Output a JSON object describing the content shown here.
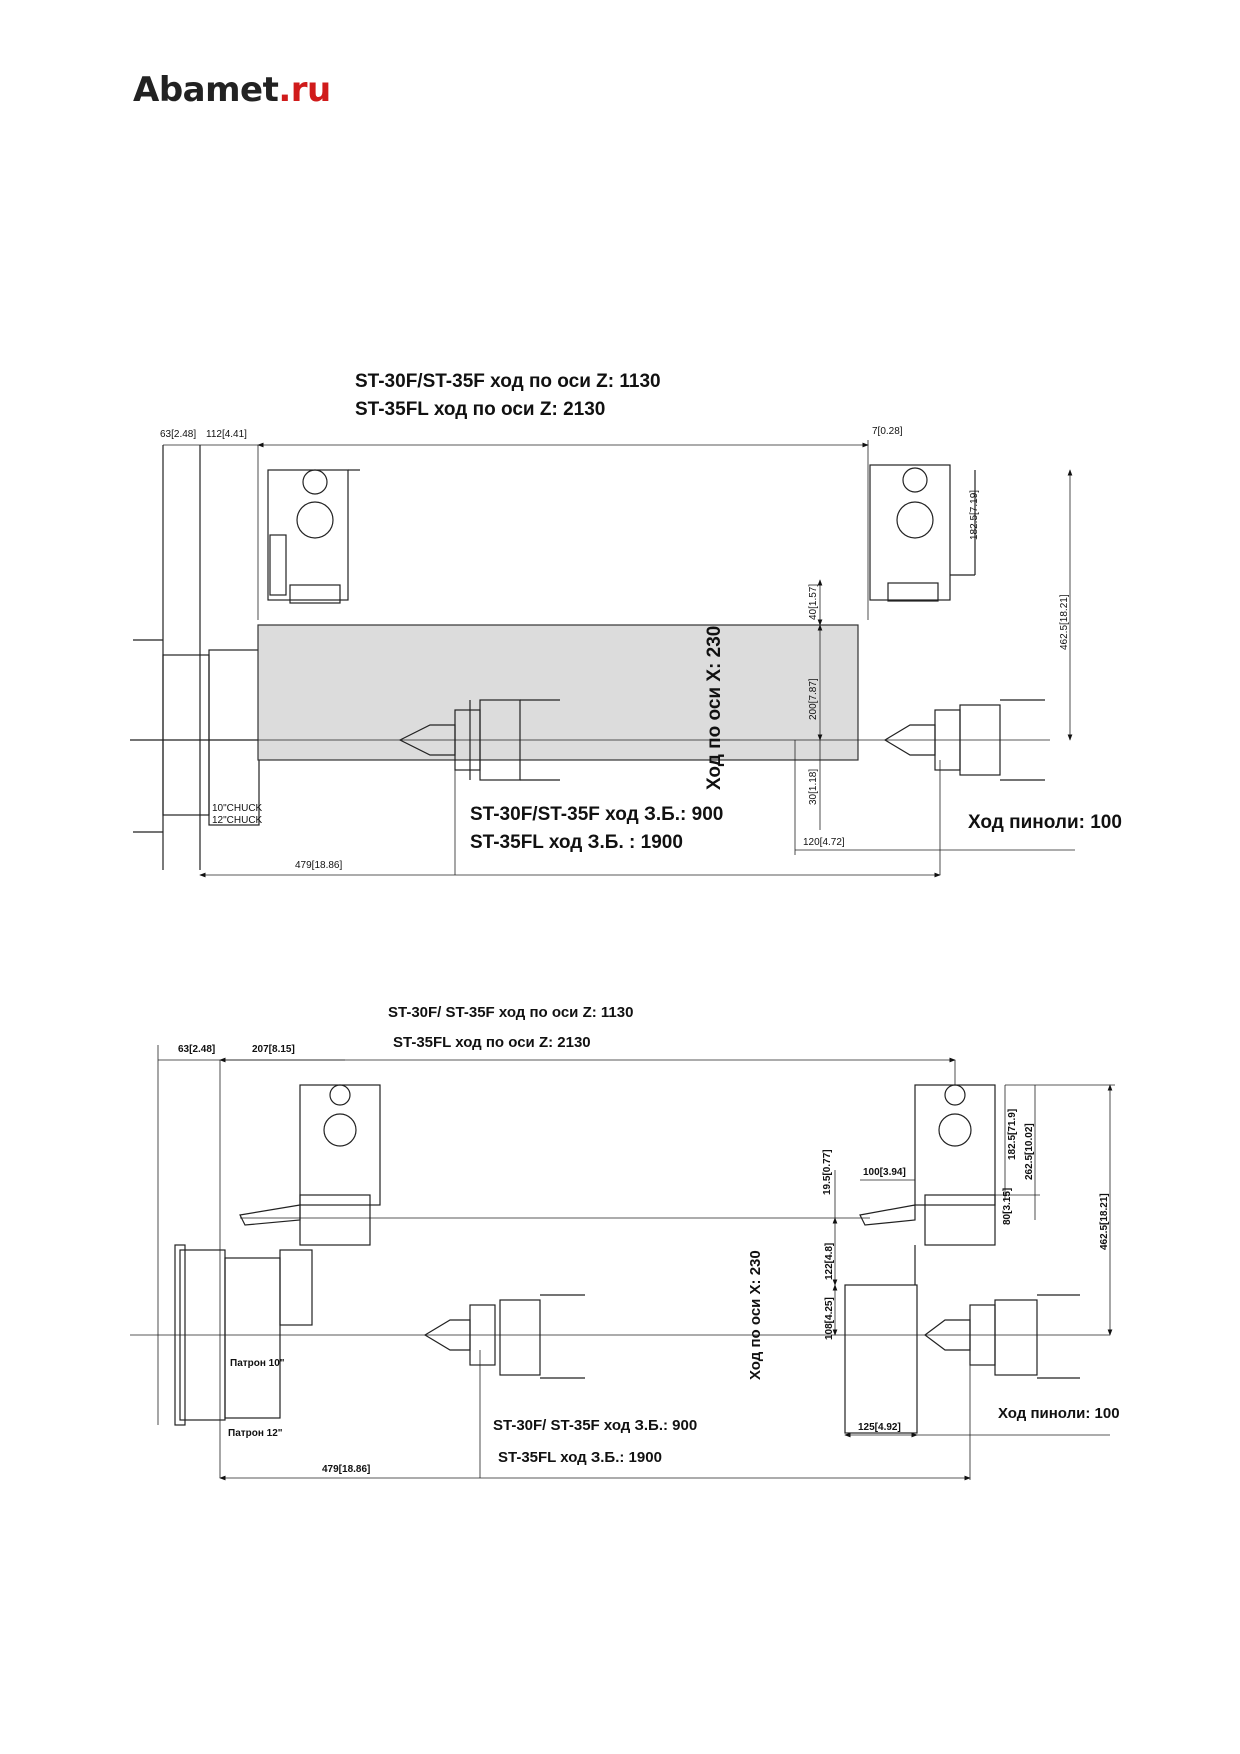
{
  "logo": {
    "brand": "Abamet",
    "tld": ".ru"
  },
  "diagram1": {
    "z_travel_1": "ST-30F/ST-35F ход по оси Z: 1130",
    "z_travel_2": "ST-35FL ход  по оси Z: 2130",
    "x_travel": "Ход по оси X: 230",
    "tail_travel_1": "ST-30F/ST-35F ход З.Б.: 900",
    "tail_travel_2": "ST-35FL ход  З.Б. : 1900",
    "quill": "Ход пиноли: 100",
    "dims": {
      "d63": "63[2.48]",
      "d112": "112[4.41]",
      "d7": "7[0.28]",
      "d182": "182.5[7.19]",
      "d462": "462.5[18.21]",
      "d40": "40[1.57]",
      "d200": "200[7.87]",
      "d30": "30[1.18]",
      "d120": "120[4.72]",
      "d479": "479[18.86]"
    },
    "chuck_10": "10\"CHUCK",
    "chuck_12": "12\"CHUCK"
  },
  "diagram2": {
    "z_travel_1": "ST-30F/ ST-35F ход по оси Z: 1130",
    "z_travel_2": "ST-35FL  ход по оси Z: 2130",
    "x_travel": "Ход по оси X: 230",
    "tail_travel_1": "ST-30F/ ST-35F ход З.Б.: 900",
    "tail_travel_2": "ST-35FL  ход З.Б.: 1900",
    "quill": "Ход пиноли: 100",
    "dims": {
      "d63": "63[2.48]",
      "d207": "207[8.15]",
      "d195": "19.5[0.77]",
      "d100": "100[3.94]",
      "d182": "182.5[71.9]",
      "d262": "262.5[10.02]",
      "d80": "80[3.15]",
      "d462": "462.5[18.21]",
      "d122": "122[4.8]",
      "d108": "108[4.25]",
      "d125": "125[4.92]",
      "d479": "479[18.86]"
    },
    "chuck_10": "Патрон 10\"",
    "chuck_12": "Патрон 12\""
  }
}
